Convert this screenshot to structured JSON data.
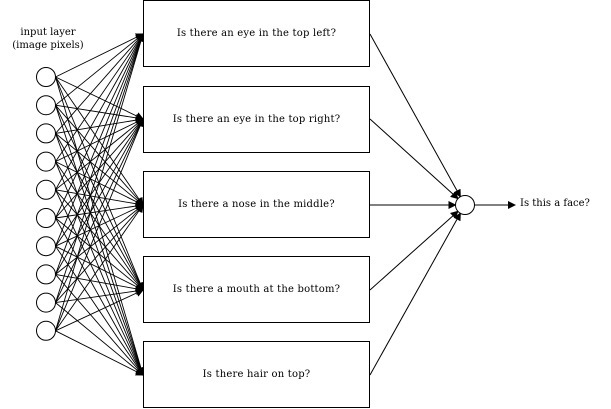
{
  "input_layer": {
    "label_line1": "input layer",
    "label_line2": "(image pixels)",
    "node_count": 10
  },
  "questions": [
    "Is there an eye in the top left?",
    "Is there an eye in the top right?",
    "Is there a nose in the middle?",
    "Is there a mouth at the bottom?",
    "Is there hair on top?"
  ],
  "output": {
    "label": "Is this a face?"
  },
  "colors": {
    "line": "#000000",
    "background": "#ffffff"
  }
}
